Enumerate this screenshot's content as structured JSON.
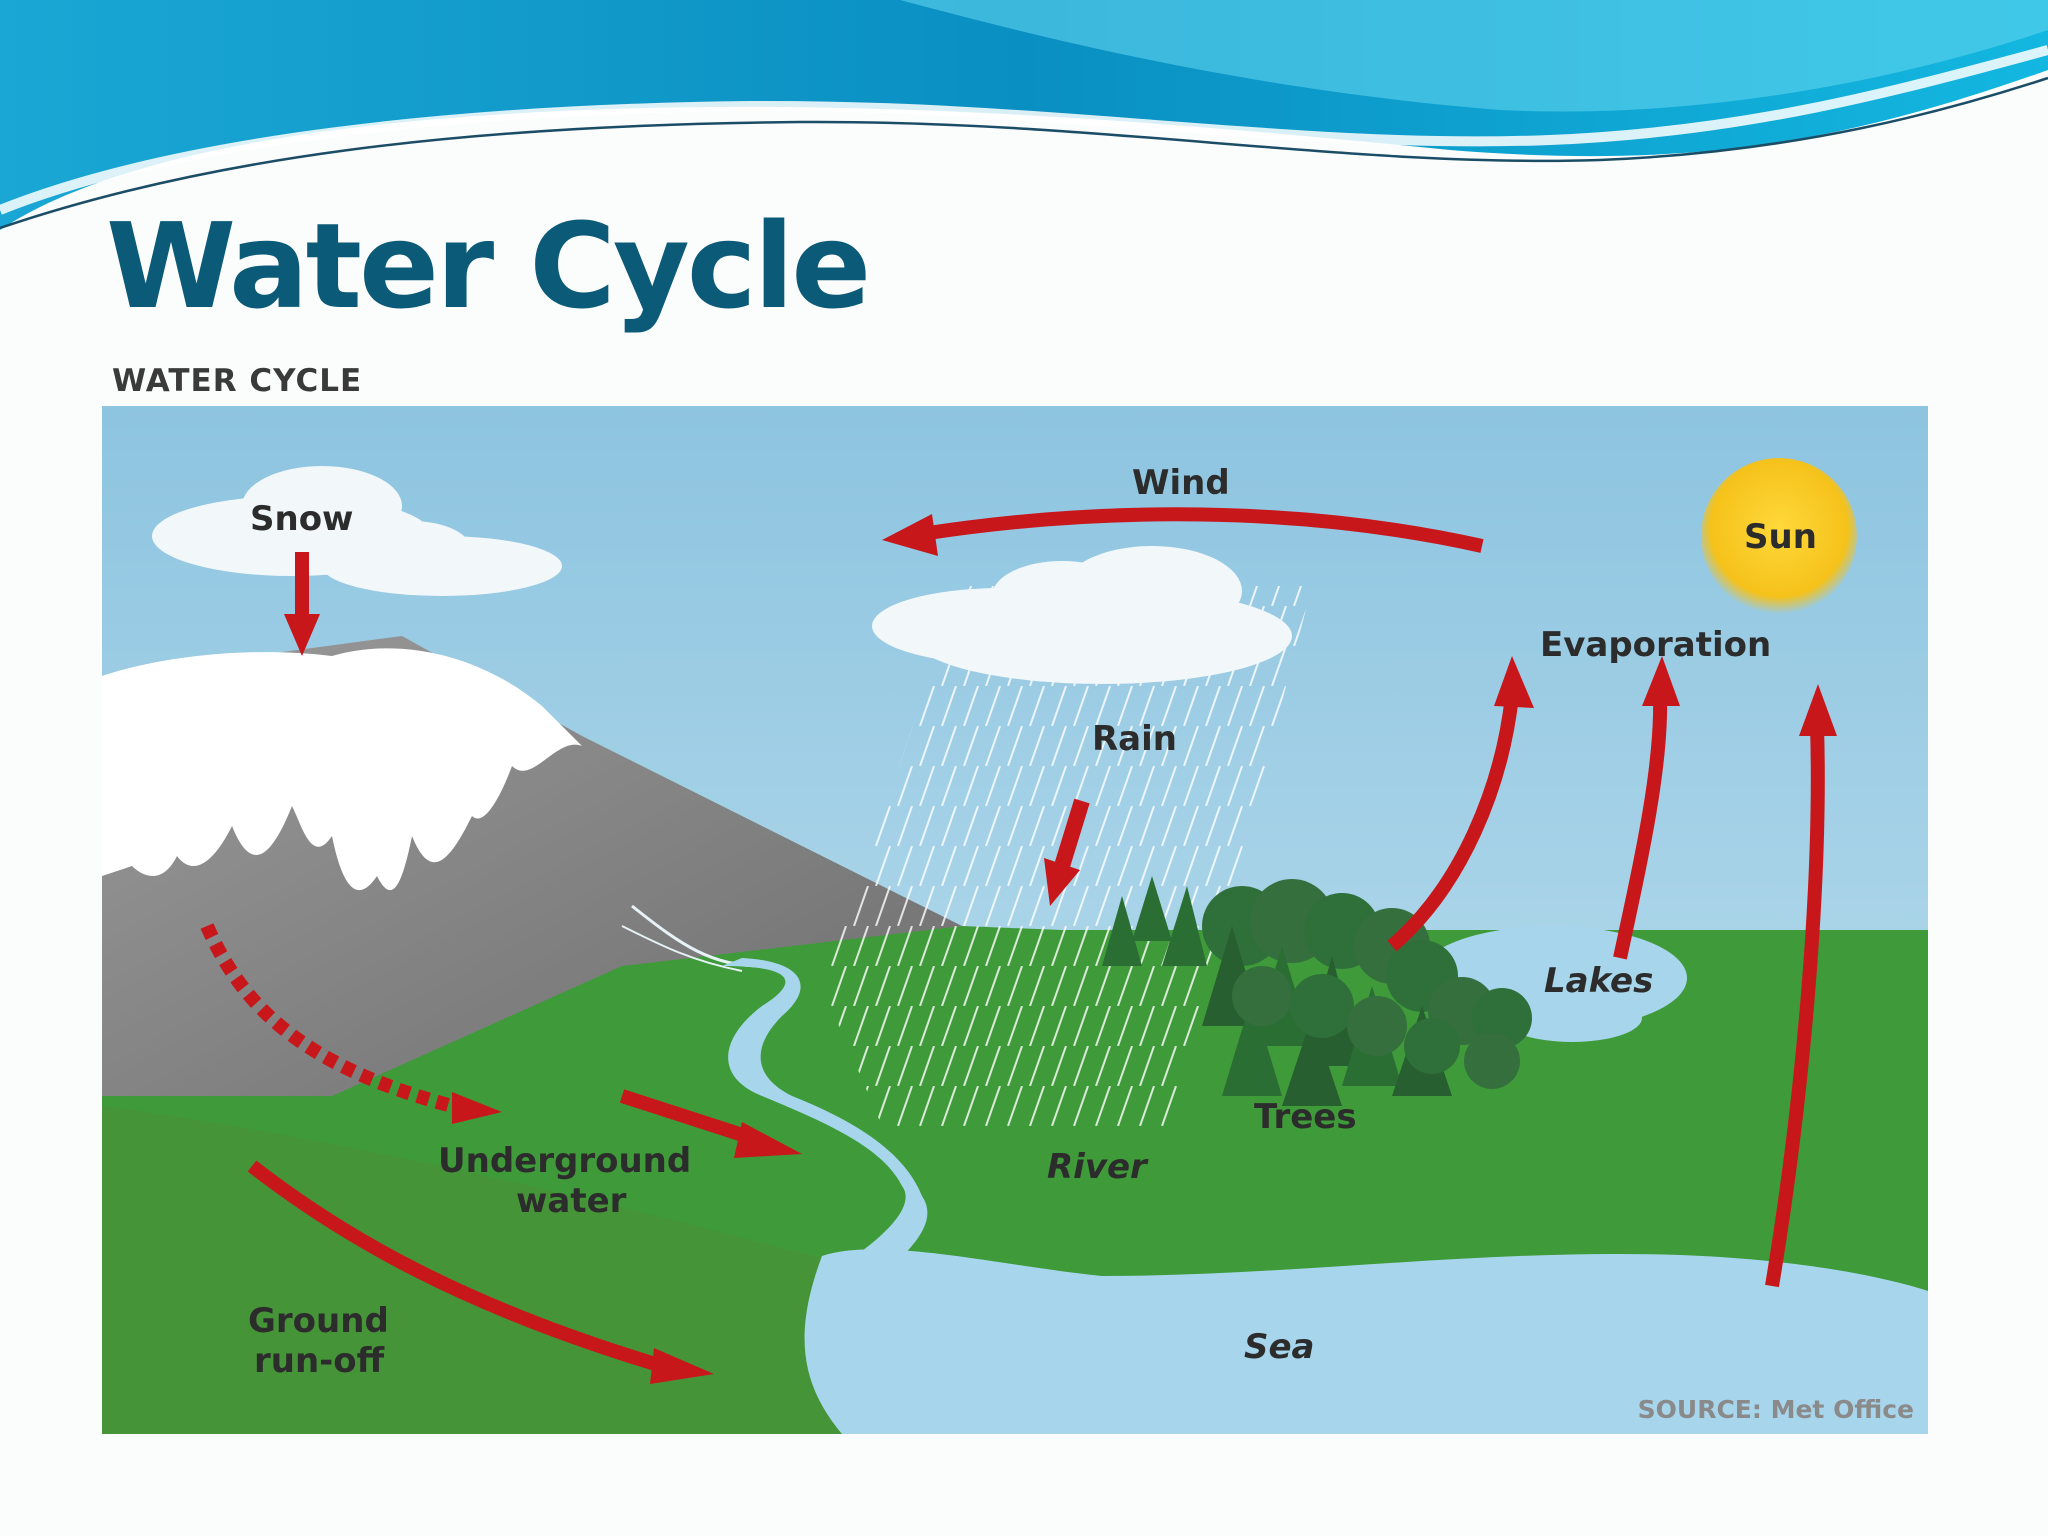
{
  "slide": {
    "title": "Water Cycle",
    "diagram_heading": "WATER CYCLE"
  },
  "labels": {
    "wind": "Wind",
    "snow": "Snow",
    "sun": "Sun",
    "evaporation": "Evaporation",
    "rain": "Rain",
    "lakes": "Lakes",
    "trees": "Trees",
    "river": "River",
    "underground_line1": "Underground",
    "underground_line2": "water",
    "runoff_line1": "Ground",
    "runoff_line2": "run-off",
    "sea": "Sea"
  },
  "source": "SOURCE: Met Office",
  "colors": {
    "title": "#0b5a78",
    "sky": "#9ccde6",
    "grass": "#3f9a3a",
    "water": "#a7d6ec",
    "arrow": "#c8171b",
    "sun": "#f5c21a"
  }
}
